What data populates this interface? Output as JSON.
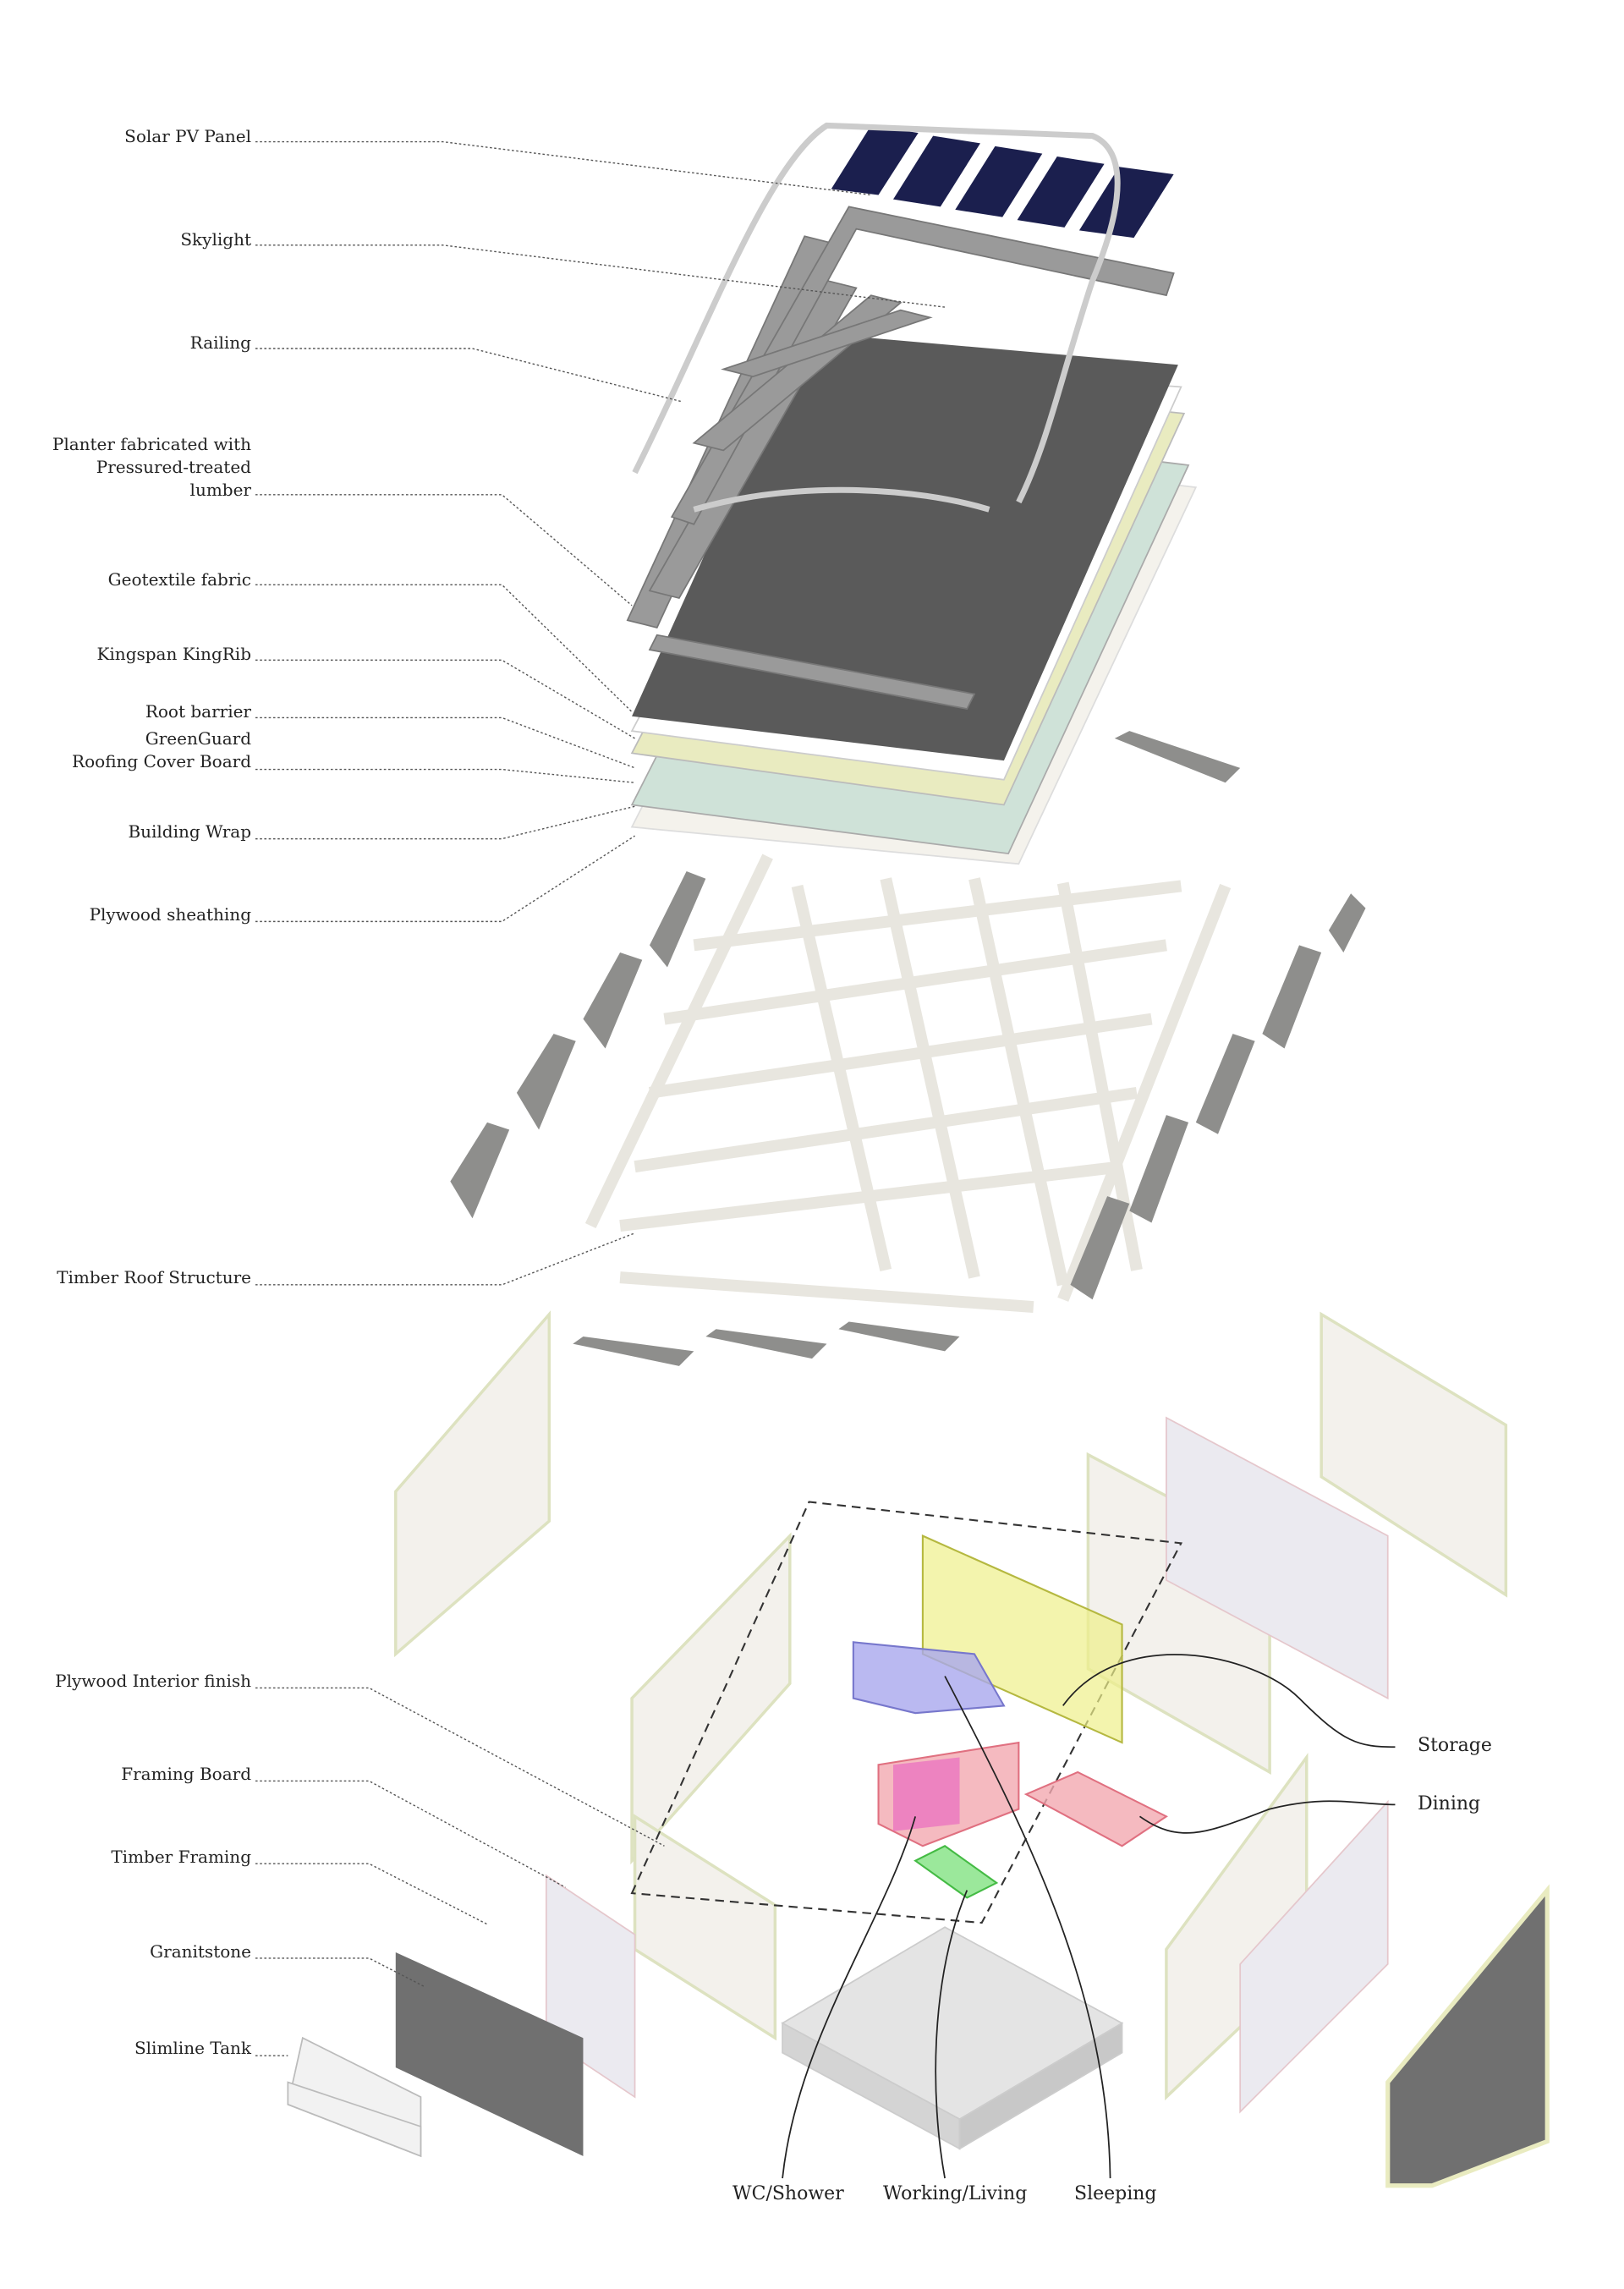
{
  "labels_left": [
    {
      "text": "Solar PV Panel"
    },
    {
      "text": "Skylight"
    },
    {
      "text": "Railing"
    },
    {
      "lines": [
        "Planter fabricated with",
        "Pressured-treated",
        "lumber"
      ]
    },
    {
      "text": "Geotextile fabric"
    },
    {
      "text": "Kingspan KingRib"
    },
    {
      "text": "Root barrier"
    },
    {
      "lines": [
        "GreenGuard",
        "Roofing Cover Board"
      ]
    },
    {
      "text": "Building Wrap"
    },
    {
      "text": "Plywood sheathing"
    },
    {
      "text": "Timber Roof Structure"
    },
    {
      "text": "Plywood Interior finish"
    },
    {
      "text": "Framing Board"
    },
    {
      "text": "Timber Framing"
    },
    {
      "text": "Granitstone"
    },
    {
      "text": "Slimline Tank"
    }
  ],
  "zones": {
    "storage": "Storage",
    "dining": "Dining",
    "wc_shower": "WC/Shower",
    "working_living": "Working/Living",
    "sleeping": "Sleeping"
  },
  "colors": {
    "solar": "#1b1f4e",
    "roof_dark": "#5a5a5a",
    "planter": "#9a9a9a",
    "cover_board": "#e9ebc0",
    "building_wrap": "#cfe2d8",
    "storage": "#eef08a",
    "kitchen": "#f2a9b0",
    "wc": "#e85fc0",
    "sleeping": "#a9a8ee",
    "working": "#9be89b",
    "granite": "#707070"
  }
}
